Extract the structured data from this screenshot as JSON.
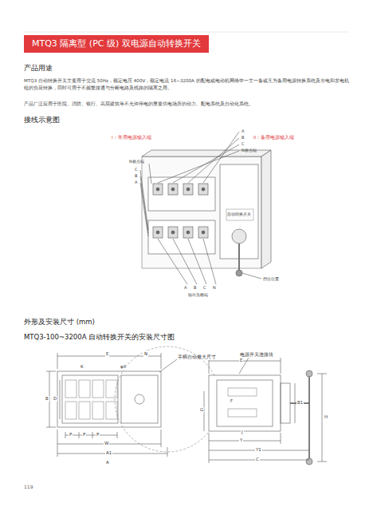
{
  "diagram": {
    "title": "MTQ3 隔离型 (PC 级) 双电源自动转换开关",
    "labels": [
      "产品用途",
      "MTQ3 自动转换开关主要用于交流 50Hz，额定电压 400V，额定电流 16~3200A 的配电或电动机网络中一主一备或互为备用电源转换系统及市电和发电机组的负荷转换，同时可用于不频繁接通与分断电路及线路的隔离之用。",
      "产品广泛应用于医院、消防、银行、高层建筑等不允许停电的重要供电场所的动力、配电系统及自动化系统。",
      "接线示意图",
      "I：常用电源输入端",
      "II：备用电源输入端",
      "A",
      "B",
      "C",
      "N极点端",
      "N极点端",
      "C",
      "B",
      "A",
      "A",
      "B",
      "C",
      "N",
      "输出负载端",
      "挡位位置",
      "自动转换开关",
      "外形及安装尺寸 (mm)",
      "MTQ3-100~3200A 自动转换开关的安装尺寸图",
      "E",
      "N",
      "K",
      "φX",
      "D",
      "B",
      "P",
      "P",
      "P",
      "W",
      "A1",
      "A",
      "手柄自动最大尺寸",
      "电源开关连接块",
      "E",
      "F",
      "B1",
      "G",
      "J",
      "Y",
      "Y1",
      "C",
      "H",
      "119"
    ]
  }
}
